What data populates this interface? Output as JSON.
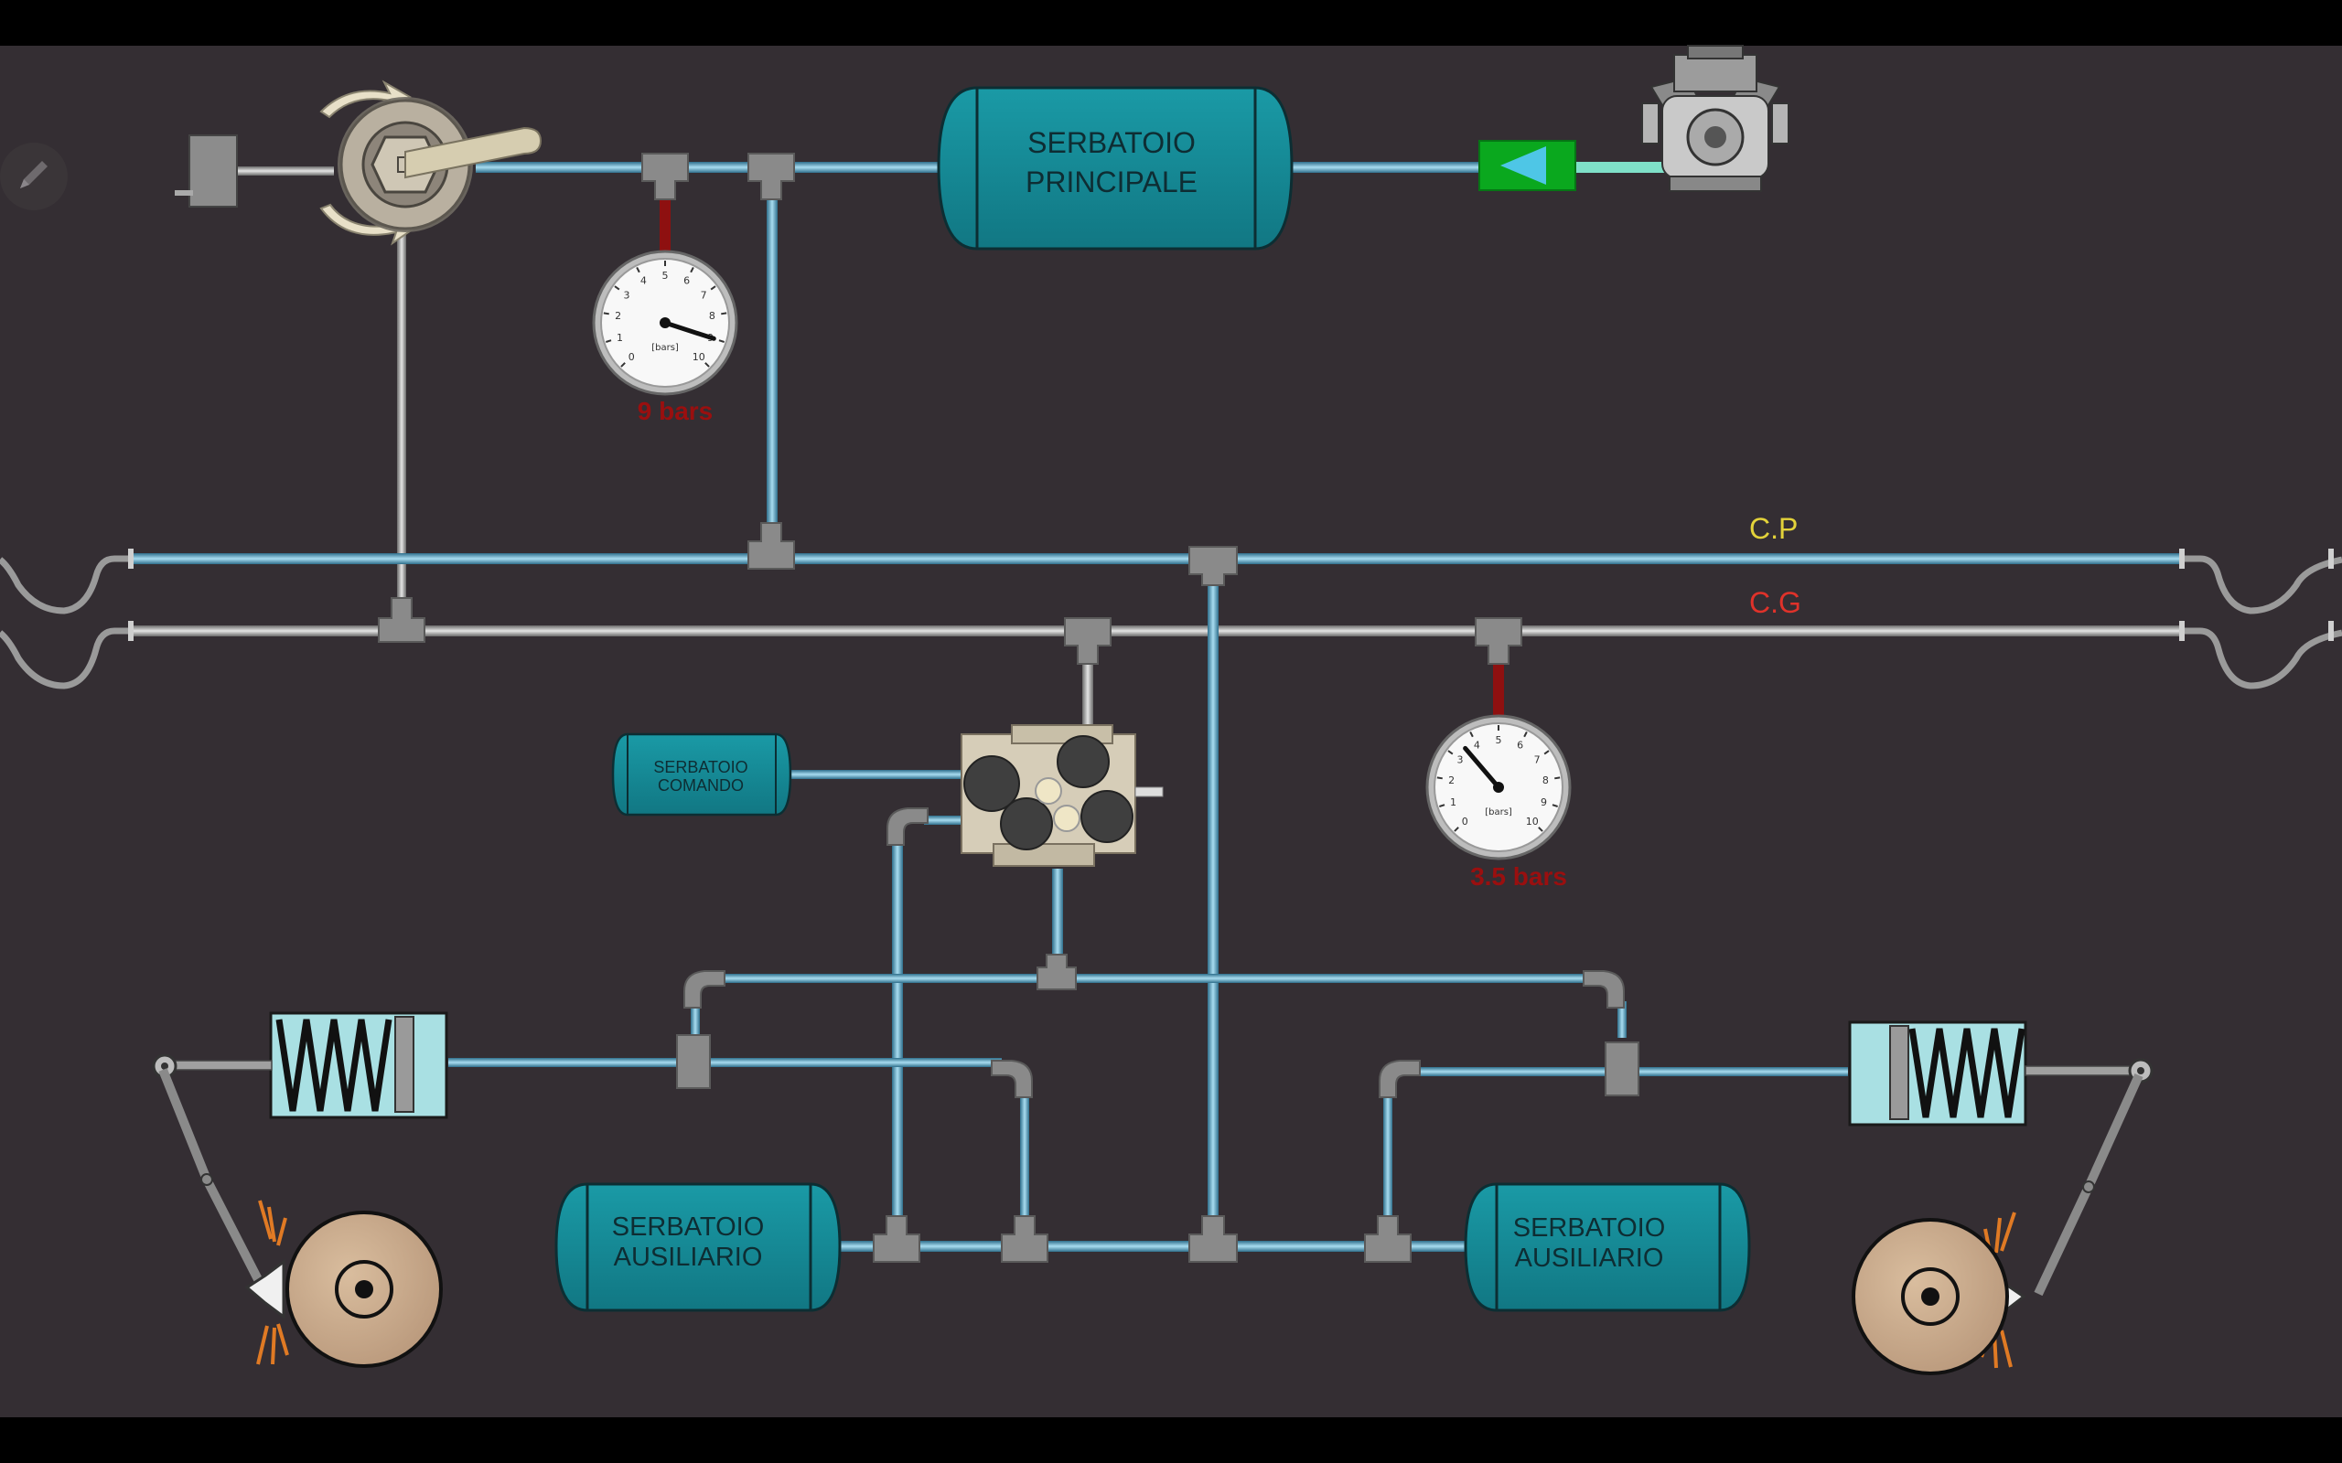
{
  "tanks": {
    "main": [
      "SERBATOIO",
      "PRINCIPALE"
    ],
    "command": [
      "SERBATOIO",
      "COMANDO"
    ],
    "aux_left": [
      "SERBATOIO",
      "AUSILIARIO"
    ],
    "aux_right": [
      "SERBATOIO",
      "AUSILIARIO"
    ]
  },
  "lines": {
    "main_pipe": "C.P",
    "general_pipe": "C.G"
  },
  "gauges": {
    "main": {
      "reading": "9 bars",
      "value": 9,
      "unit_label": "[bars]"
    },
    "general": {
      "reading": "3.5 bars",
      "value": 3.5,
      "unit_label": "[bars]"
    }
  },
  "gauge_scale": [
    "0",
    "1",
    "2",
    "3",
    "4",
    "5",
    "6",
    "7",
    "8",
    "9",
    "10"
  ],
  "icons": {
    "edit": "pencil-icon",
    "compressor_switch": "play-left-icon"
  },
  "colors": {
    "background": "#342e33",
    "pipe_blue": "#4fa3c7",
    "pipe_grey": "#9a9a9a",
    "tank_fill": "#158a96",
    "label_cp": "#e3d23a",
    "label_cg": "#e0322a",
    "gauge_reading": "#9a0f0f",
    "switch_green": "#0aa81e",
    "switch_arrow": "#4ec6e6",
    "wheel": "#c8a888",
    "spring_box": "#a9e0e3"
  }
}
